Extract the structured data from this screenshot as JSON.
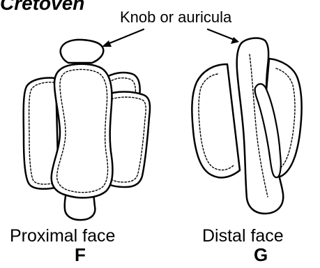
{
  "header_fragment": "Cretoven",
  "callout_label": "Knob or auricula",
  "views": [
    {
      "caption": "Proximal face",
      "letter": "F"
    },
    {
      "caption": "Distal face",
      "letter": "G"
    }
  ],
  "colors": {
    "line": "#000000",
    "background": "#ffffff"
  }
}
